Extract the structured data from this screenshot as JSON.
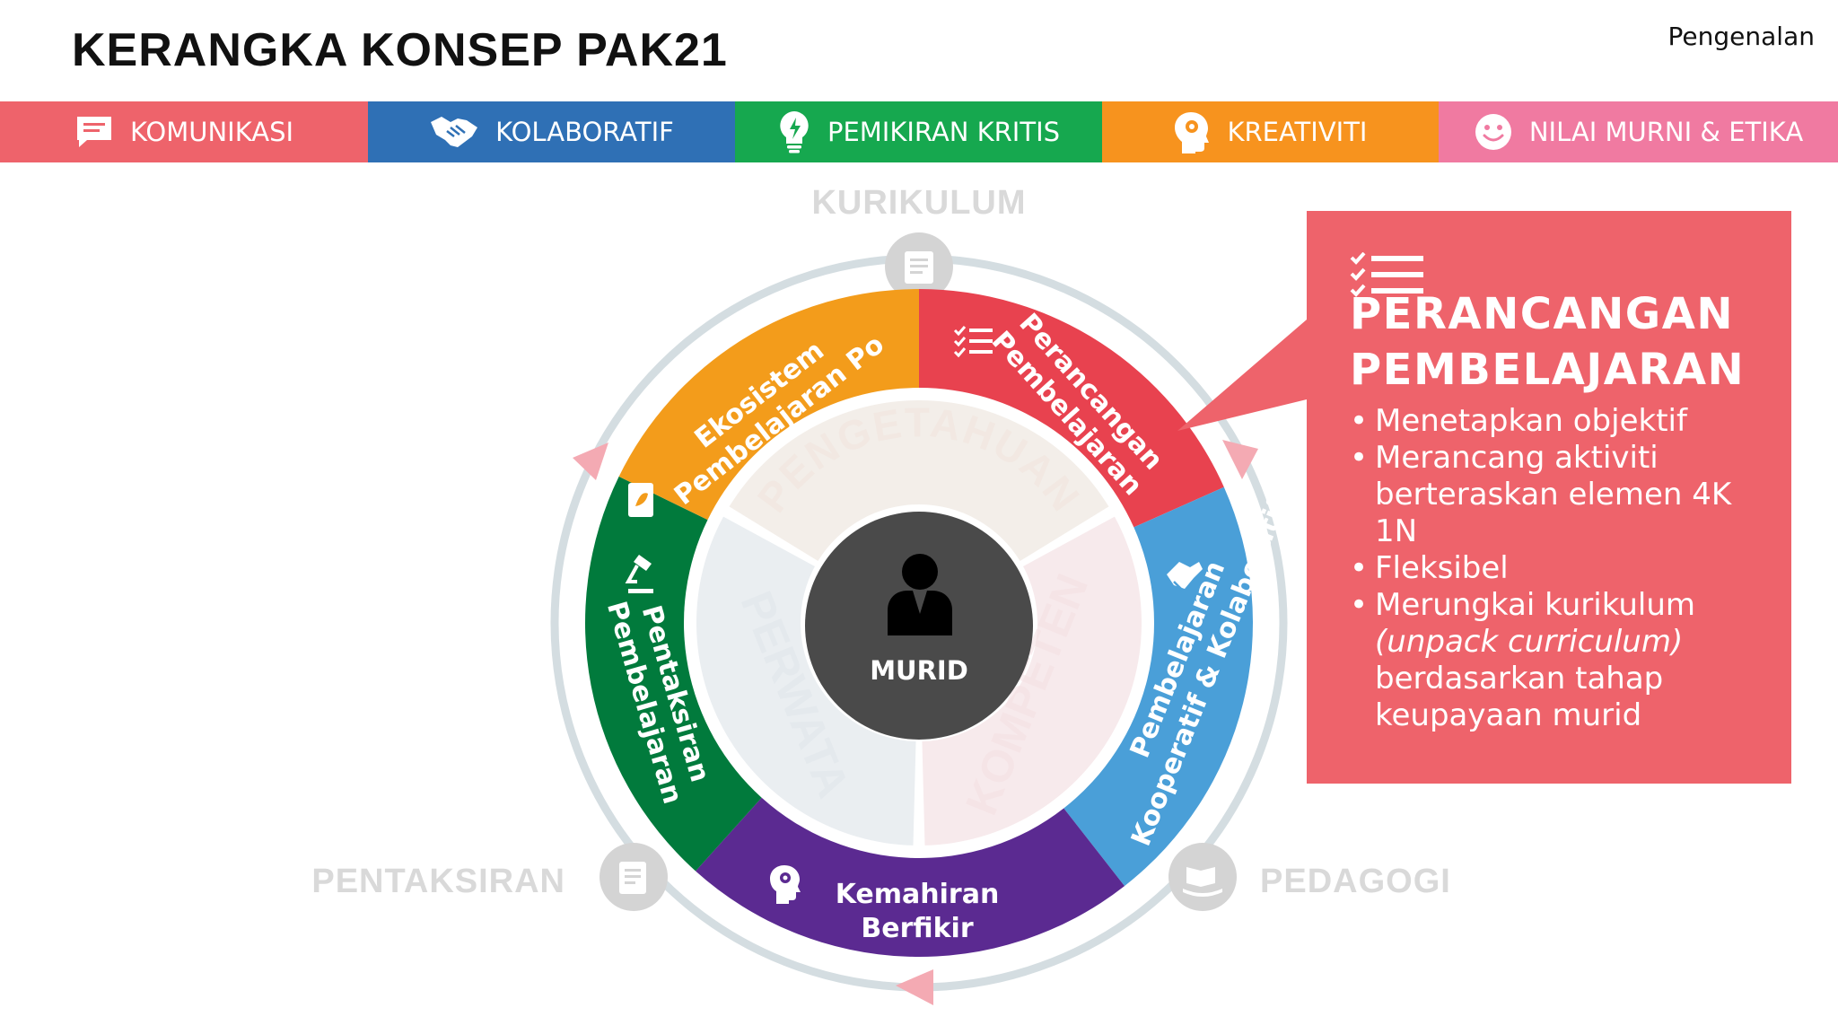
{
  "header": {
    "title": "KERANGKA KONSEP PAK21",
    "section": "Pengenalan"
  },
  "nav": [
    {
      "label": "KOMUNIKASI",
      "icon": "chat-icon",
      "color": "#ee636b"
    },
    {
      "label": "KOLABORATIF",
      "icon": "handshake-icon",
      "color": "#2f70b5"
    },
    {
      "label": "PEMIKIRAN KRITIS",
      "icon": "lightbulb-icon",
      "color": "#16a84f"
    },
    {
      "label": "KREATIVITI",
      "icon": "head-gear-icon",
      "color": "#f7931e"
    },
    {
      "label": "NILAI MURNI & ETIKA",
      "icon": "smiley-icon",
      "color": "#f07aa1"
    }
  ],
  "diagram": {
    "center": "MURID",
    "outer_labels": {
      "top": "KURIKULUM",
      "left": "PENTAKSIRAN",
      "right": "PEDAGOGI"
    },
    "inner_segments": [
      "PENGETAHUAN",
      "PERWATA",
      "KOMPETEN"
    ],
    "ring_segments": [
      {
        "line1": "Perancangan",
        "line2": "Pembelajaran",
        "color": "#e8424f",
        "icon": "checklist-icon"
      },
      {
        "line1": "Pembelajaran",
        "line2": "Kooperatif & Kolaboratif",
        "color": "#4a9fd8",
        "icon": "hands-icon"
      },
      {
        "line1": "Kemahiran",
        "line2": "Berfikir",
        "color": "#5b2a91",
        "icon": "head-gear-icon"
      },
      {
        "line1": "Pentaksiran",
        "line2": "Pembelajaran",
        "color": "#017a3c",
        "icon": "microscope-icon"
      },
      {
        "line1": "Ekosistem",
        "line2": "Pembelajaran Po",
        "color": "#f39c1b",
        "icon": "book-leaf-icon"
      }
    ]
  },
  "callout": {
    "title_line1": "PERANCANGAN",
    "title_line2": "PEMBELAJARAN",
    "bullets": [
      "Menetapkan objektif",
      "Merancang aktiviti berteraskan elemen 4K 1N",
      "Fleksibel",
      "Merungkai kurikulum"
    ],
    "bullet4_italic": "(unpack curriculum)",
    "bullet4_rest": "berdasarkan tahap keupayaan murid"
  }
}
